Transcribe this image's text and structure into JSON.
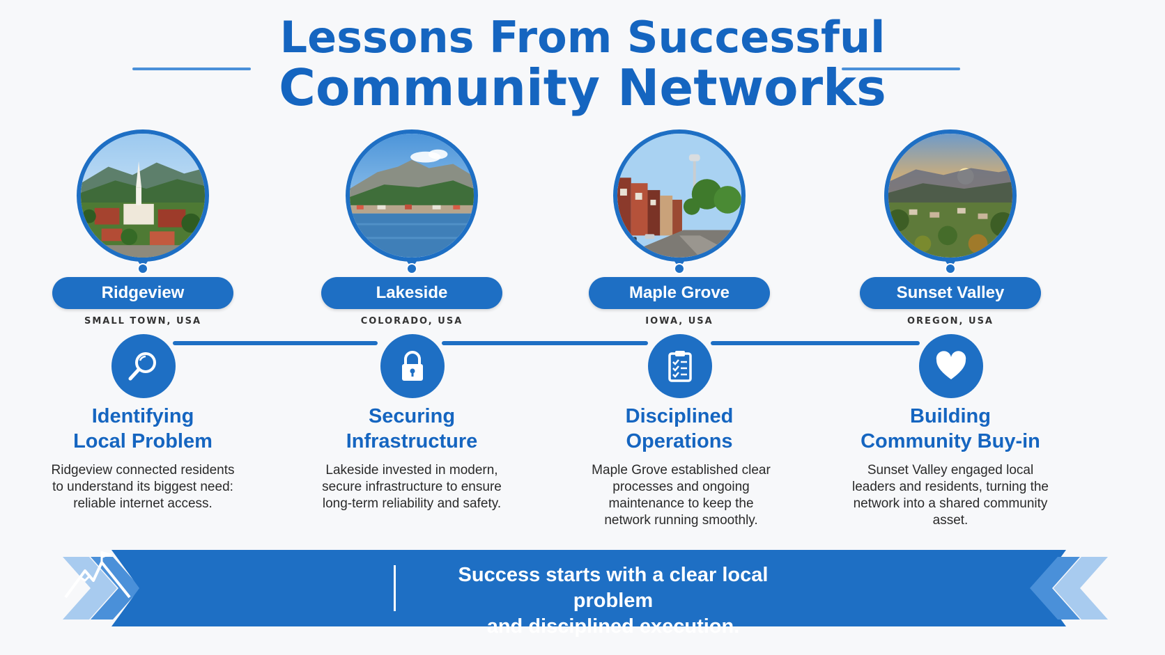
{
  "title": {
    "line1": "Lessons From Successful",
    "line2": "Community Networks"
  },
  "colors": {
    "primary": "#1e6fc4",
    "title": "#1565c0",
    "accent_light": "#4a90d9",
    "background": "#f7f8fa"
  },
  "communities": [
    {
      "name": "Ridgeview",
      "location": "SMALL TOWN, USA",
      "icon": "magnifier-icon",
      "lesson_line1": "Identifying",
      "lesson_line2": "Local Problem",
      "description": "Ridgeview connected residents to understand its biggest need: reliable internet access."
    },
    {
      "name": "Lakeside",
      "location": "COLORADO, USA",
      "icon": "lock-icon",
      "lesson_line1": "Securing",
      "lesson_line2": "Infrastructure",
      "description": "Lakeside invested in modern, secure infrastructure to ensure long-term reliability and safety."
    },
    {
      "name": "Maple Grove",
      "location": "IOWA, USA",
      "icon": "clipboard-checklist-icon",
      "lesson_line1": "Disciplined",
      "lesson_line2": "Operations",
      "description": "Maple Grove established clear processes and ongoing maintenance to keep the network running smoothly."
    },
    {
      "name": "Sunset Valley",
      "location": "OREGON, USA",
      "icon": "heart-icon",
      "lesson_line1": "Building",
      "lesson_line2": "Community Buy-in",
      "description": "Sunset Valley engaged local leaders and residents, turning the network into a shared community asset."
    }
  ],
  "banner": {
    "icon": "mountain-flag-icon",
    "line1": "Success starts with a clear local problem",
    "line2": "and disciplined execution."
  }
}
